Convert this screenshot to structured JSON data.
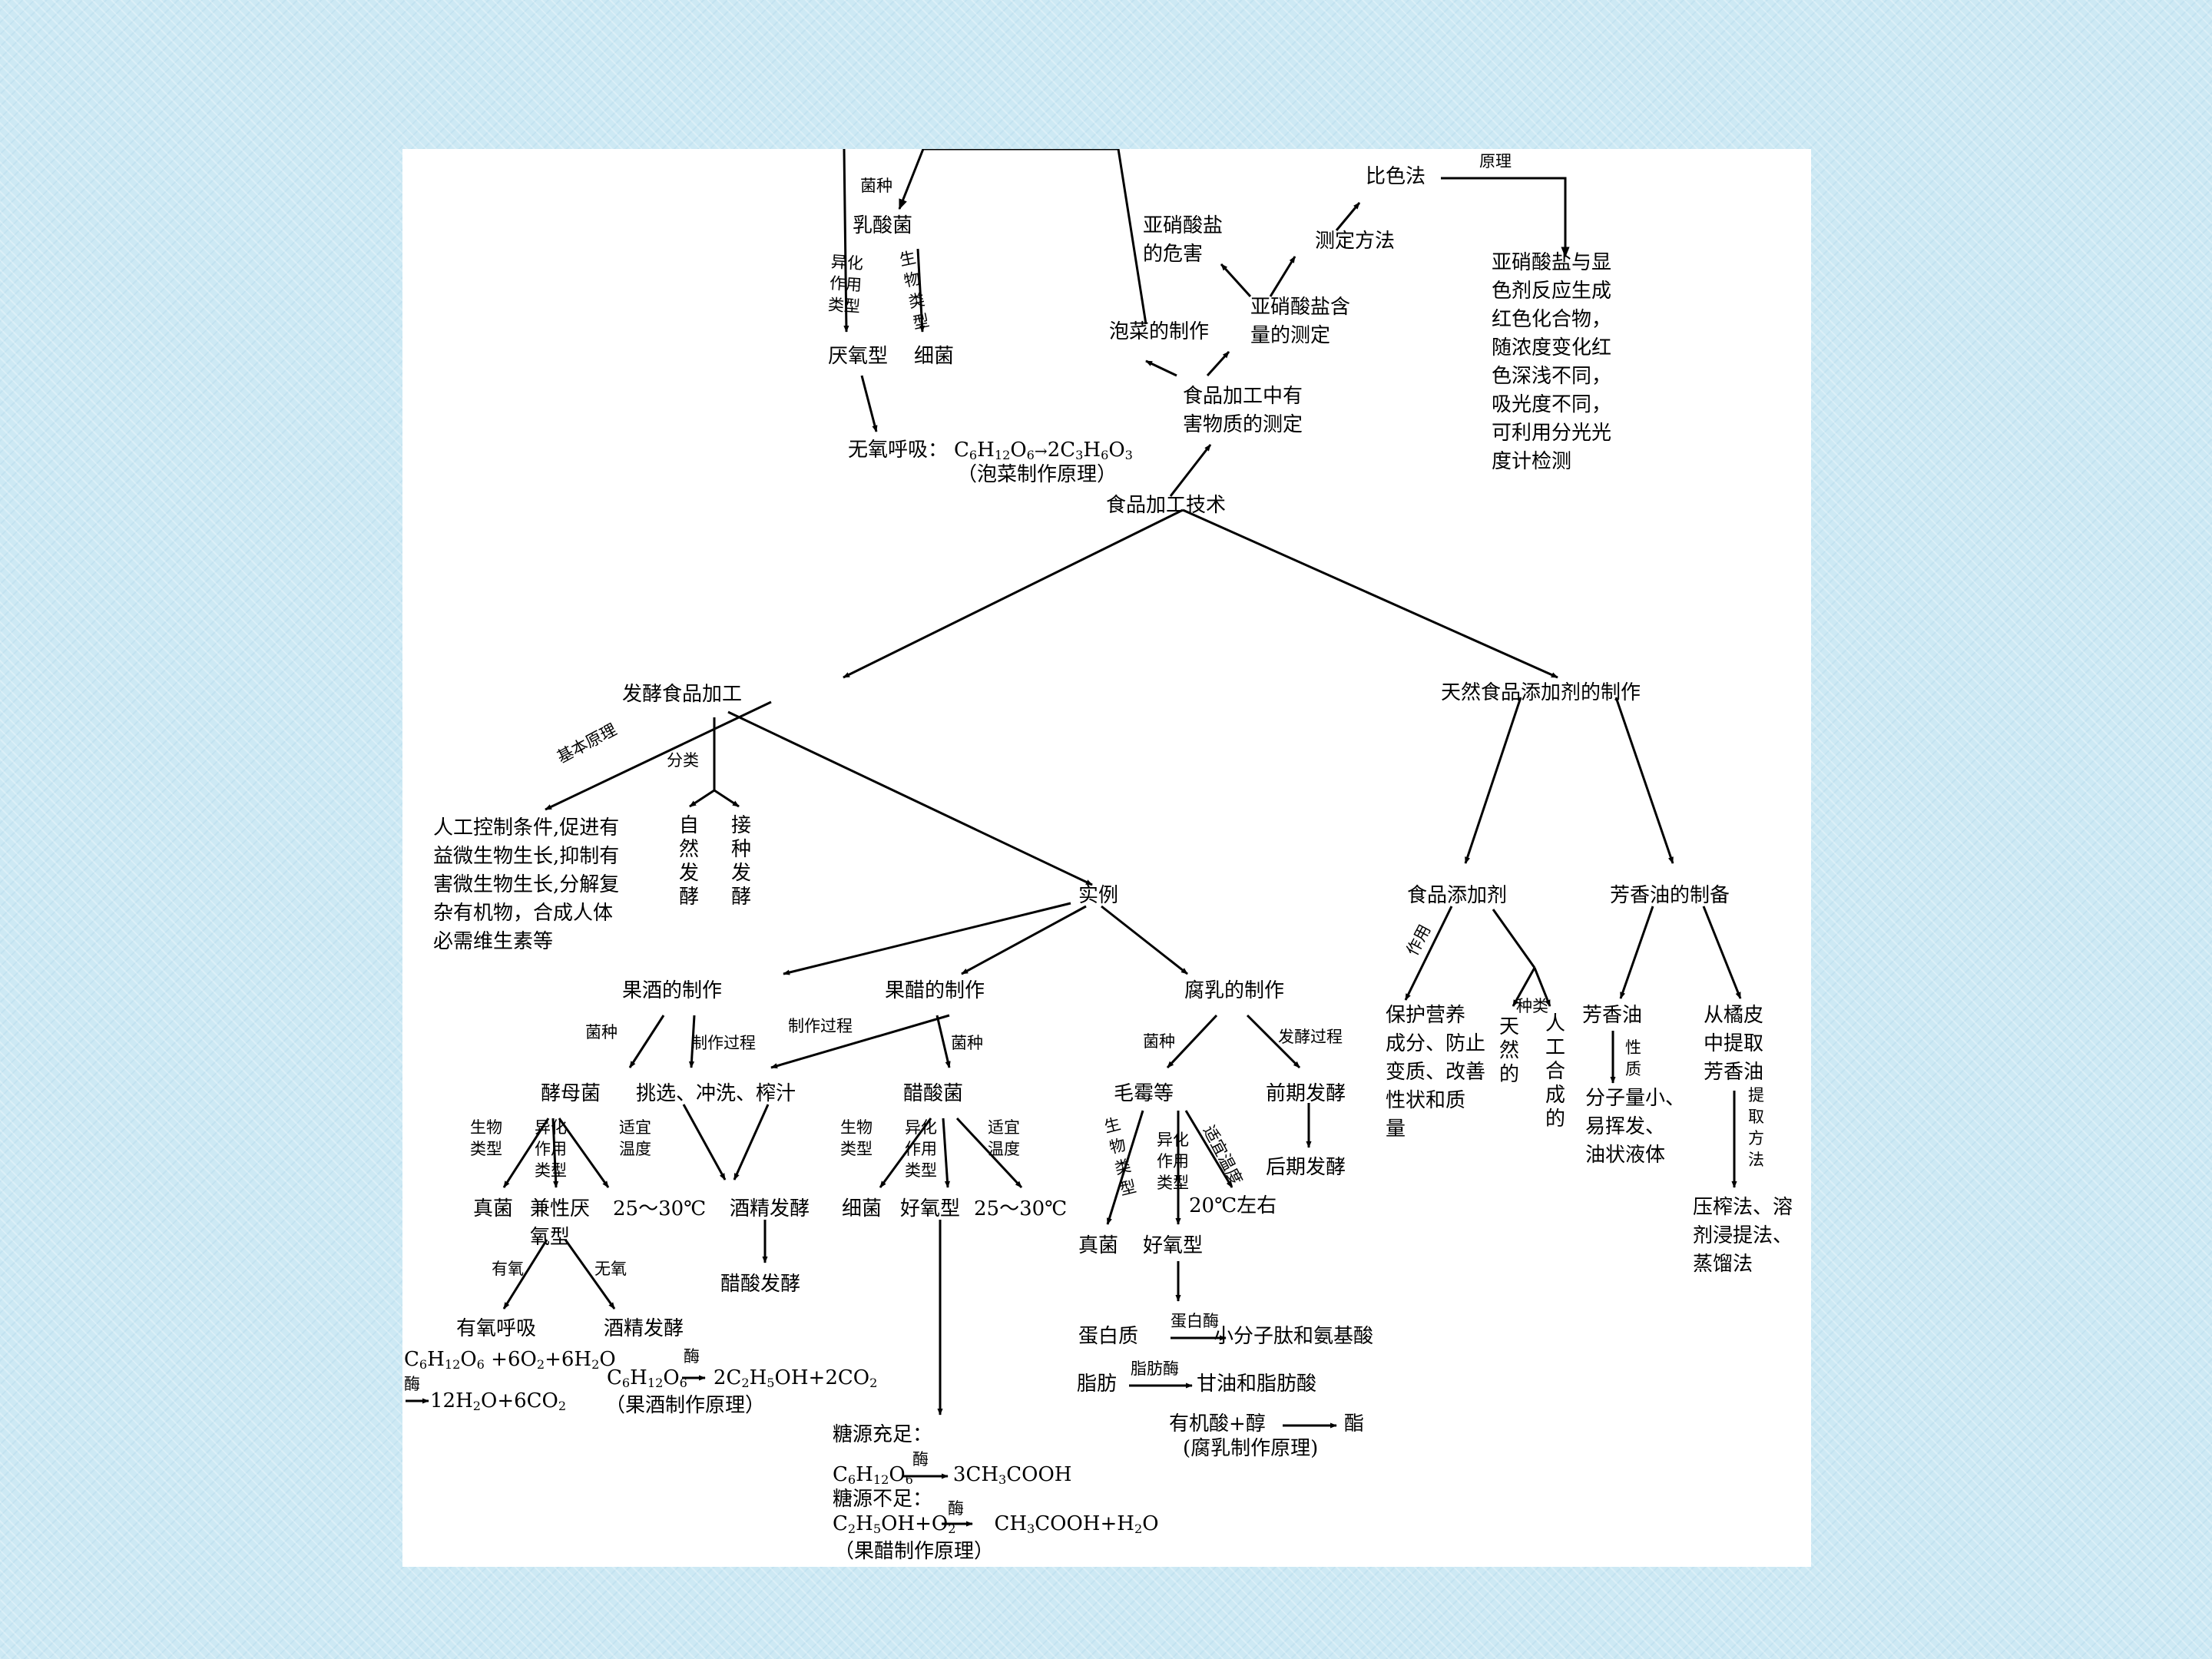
{
  "root": "食品加工技术",
  "harmful": {
    "title": "食品加工中有\n害物质的测定",
    "pickle": "泡菜的制作",
    "edge_strain": "菌种",
    "lactic": "乳酸菌",
    "edge_catab": "异化\n作用\n类型",
    "edge_biotype": "生\n物\n类\n型",
    "anaerobic": "厌氧型",
    "bacteria": "细菌",
    "resp_label": "无氧呼吸：",
    "resp_formula": "C6H12O6→2C3H6O3",
    "resp_note": "（泡菜制作原理）",
    "nitrite_measure": "亚硝酸盐含\n量的测定",
    "nitrite_harm": "亚硝酸盐\n的危害",
    "method": "测定方法",
    "colorimetric": "比色法",
    "edge_principle": "原理",
    "principle_text": "亚硝酸盐与显\n色剂反应生成\n红色化合物，\n随浓度变化红\n色深浅不同，\n吸光度不同，\n可利用分光光\n度计检测"
  },
  "ferment": {
    "title": "发酵食品加工",
    "edge_basic": "基本原理",
    "basic_text": "人工控制条件,促进有\n益微生物生长,抑制有\n害微生物生长,分解复\n杂有机物，合成人体\n必需维生素等",
    "edge_class": "分类",
    "natural": "自\n然\n发\n酵",
    "inoculated": "接\n种\n发\n酵",
    "examples": "实例"
  },
  "wine": {
    "title": "果酒的制作",
    "edge_strain": "菌种",
    "edge_process": "制作过程",
    "yeast": "酵母菌",
    "process": "挑选、冲洗、榨汁",
    "edge_biotype": "生物\n类型",
    "edge_catab": "异化\n作用\n类型",
    "edge_temp": "适宜\n温度",
    "fungus": "真菌",
    "facultative": "兼性厌\n氧型",
    "temp": "25～30℃",
    "alcohol_ferm": "酒精发酵",
    "acetic_ferm": "醋酸发酵",
    "edge_oxy": "有氧",
    "edge_nooxy": "无氧",
    "aerobic_resp": "有氧呼吸",
    "alcohol2": "酒精发酵",
    "f1a": "C6H12O6 +6O2+6H2O",
    "f1b": "12H2O+6CO2",
    "enzyme": "酶",
    "f2": "C6H12O6 →2C2H5OH+2CO2",
    "note": "（果酒制作原理）"
  },
  "vinegar": {
    "title": "果醋的制作",
    "edge_process": "制作过程",
    "edge_strain": "菌种",
    "acetobacter": "醋酸菌",
    "edge_biotype": "生物\n类型",
    "edge_catab": "异化\n作用\n类型",
    "edge_temp": "适宜\n温度",
    "bacteria": "细菌",
    "aerobic": "好氧型",
    "temp": "25～30℃",
    "sugar_enough": "糖源充足：",
    "f1": "C6H12O6→ 3CH3COOH",
    "sugar_short": "糖源不足：",
    "f2": "C2H5OH+O2→CH3COOH+H2O",
    "enzyme": "酶",
    "note": "（果醋制作原理）"
  },
  "sufu": {
    "title": "腐乳的制作",
    "edge_strain": "菌种",
    "edge_process": "发酵过程",
    "mucor": "毛霉等",
    "pre": "前期发酵",
    "post": "后期发酵",
    "edge_biotype": "生\n物\n类\n型",
    "edge_catab": "异化\n作用\n类型",
    "edge_temp": "适宜温度",
    "fungus": "真菌",
    "aerobic": "好氧型",
    "temp": "20℃左右",
    "protein": "蛋白质",
    "protease": "蛋白酶",
    "peptide": "小分子肽和氨基酸",
    "fat": "脂肪",
    "lipase": "脂肪酶",
    "glycerol": "甘油和脂肪酸",
    "acid_alc": "有机酸+醇",
    "ester": "酯",
    "note": "(腐乳制作原理)"
  },
  "additive": {
    "title": "天然食品添加剂的制作",
    "food_add": "食品添加剂",
    "edge_effect": "作用",
    "effect_text": "保护营养\n成分、防止\n变质、改善\n性状和质\n量",
    "edge_kind": "种类",
    "natural": "天\n然\n的",
    "artificial": "人\n工\n合\n成\n的",
    "aroma": "芳香油的制备",
    "oil": "芳香油",
    "edge_prop": "性\n质",
    "prop_text": "分子量小、\n易挥发、\n油状液体",
    "extract": "从橘皮\n中提取\n芳香油",
    "edge_method": "提\n取\n方\n法",
    "methods": "压榨法、溶\n剂浸提法、\n蒸馏法"
  }
}
